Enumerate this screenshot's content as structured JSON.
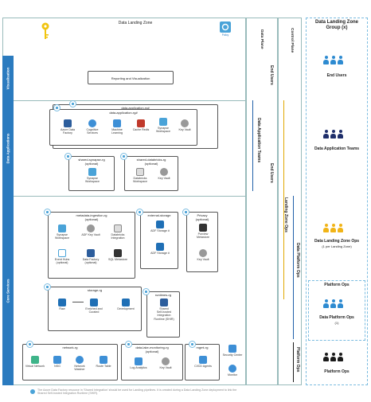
{
  "header": {
    "title": "Data Landing Zone",
    "data_plane": "Data Plane",
    "control_plane": "Control Plane",
    "right_group_title": "Data Landing Zone Group (x)",
    "badge_label": "Policy"
  },
  "lanes": {
    "visualisation": "Visualisation",
    "data_applications": "Data Applications",
    "core_services": "Core Services"
  },
  "reporting": {
    "label": "Reporting and Visualization"
  },
  "data_application_rg": {
    "outer_title": "data-application-rg#",
    "inner_title": "data-application-rg#",
    "resources": [
      "Azure Data Factory",
      "Cognitive Services",
      "Machine Learning",
      "Cache Redis",
      "Synapse Workspace",
      "Key Vault"
    ]
  },
  "shared_synapse": {
    "title": "shared-synapse-rg",
    "subtitle": "(optional)",
    "resource": "Synapse Workspace"
  },
  "shared_databricks": {
    "title": "shared-databricks-rg",
    "subtitle": "(optional)",
    "resources": [
      "Databricks Workspace",
      "Key Vault"
    ]
  },
  "metadata_ingestion": {
    "title": "metadata-ingestion-rg",
    "subtitle": "(optional)",
    "resources": [
      "Synapse Workspace",
      "ADF Key Vault",
      "Databricks Integration",
      "Event Hubs (optional)",
      "Data Factory (optional)",
      "SQL Metastore"
    ]
  },
  "external_storage": {
    "title": "external-storage",
    "resources": [
      "ADF Storage #",
      "ADF Storage #"
    ]
  },
  "privacy": {
    "title": "Privacy",
    "subtitle": "(optional)",
    "resources": [
      "Purview Metastore",
      "Key Vault"
    ]
  },
  "storage_rg": {
    "title": "storage-rg",
    "resources": [
      "Raw",
      "Enriched and Curated",
      "Development"
    ]
  },
  "runtimes_rg": {
    "title": "runtimes-rg",
    "resources": [
      "Shared",
      "Self-hosted Integration Runtime (SHIR)"
    ]
  },
  "networking": {
    "title": "network-rg",
    "resources": [
      "Virtual Network",
      "NSG",
      "Network Watcher",
      "Route Table"
    ]
  },
  "monitoring": {
    "title": "data-lake-monitoring-rg",
    "subtitle": "(optional)",
    "resources": [
      "Log Analytics",
      "Key Vault"
    ]
  },
  "mgmt": {
    "title": "mgmt-rg",
    "resources": [
      "CI/CD Agents",
      "Security Center",
      "Monitor"
    ]
  },
  "vertical_labels": {
    "end_users_top": "End Users",
    "data_application_teams": "Data Application Teams",
    "end_users_mid": "End Users",
    "landing_zone_ops": "Landing Zone Ops",
    "data_platform_ops": "Data Platform Ops",
    "platform_ops": "Platform Ops"
  },
  "personas": {
    "end_users": "End Users",
    "data_application_teams": "Data Application Teams",
    "data_landing_zone_ops": "Data Landing Zone Ops",
    "data_landing_zone_ops_sub": "(1 per Landing Zone)",
    "platform_ops_group": "Platform Ops",
    "data_platform_ops": "Data Platform Ops",
    "data_platform_ops_sub": "(1)",
    "platform_ops": "Platform Ops"
  },
  "footnote": "The Azure Data Factory resource in 'Shared Integration' should be used for Landing pipelines. It is created during a Data Landing Zone deployment to link the Shared Self-hosted Integration Runtime (SHIR).",
  "colors": {
    "lane_blue": "#2b7bbf",
    "persona_blue": "#2e8bd1",
    "persona_navy": "#1f2f6b",
    "persona_gold": "#f1b417",
    "persona_black": "#1a1a1a",
    "line_blue": "#2060a8",
    "line_gold": "#e0a800"
  }
}
